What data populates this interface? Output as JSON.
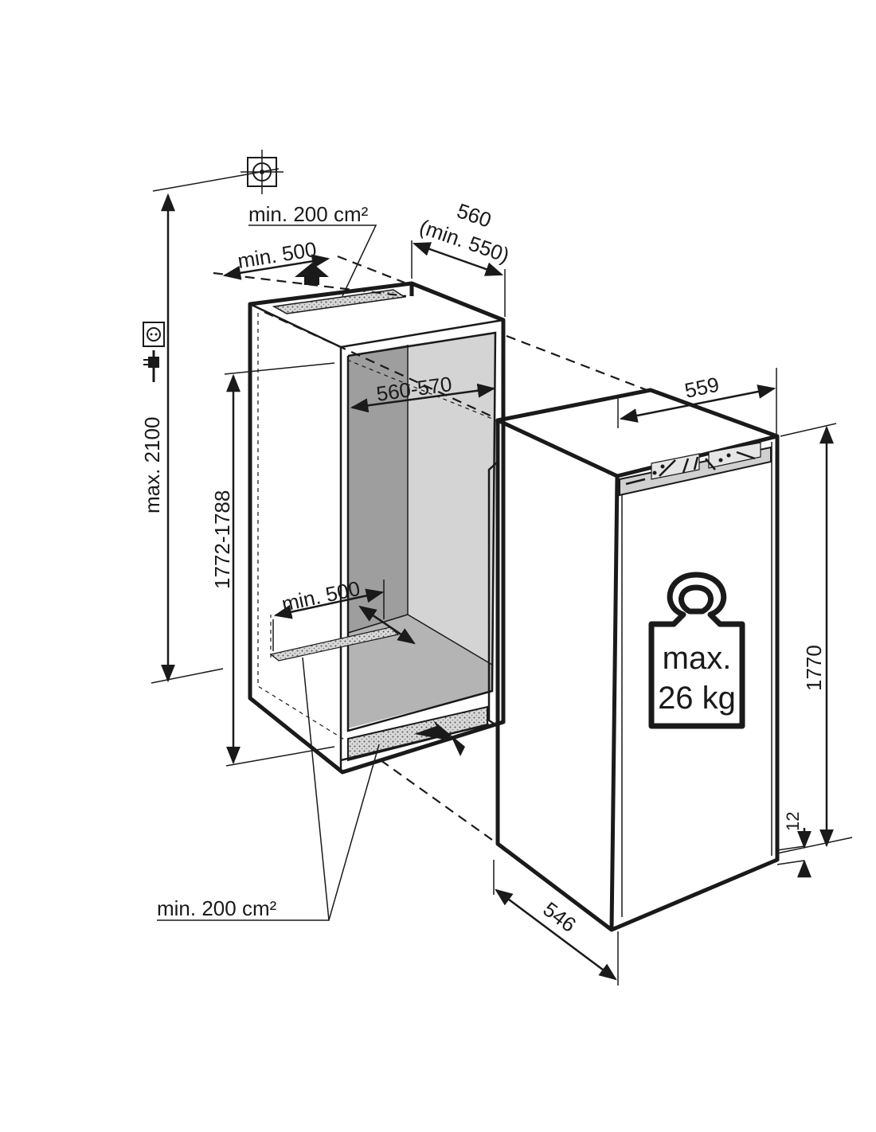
{
  "labels": {
    "top_vent_area": "min. 200 cm²",
    "top_depth_min": "min. 500",
    "niche_width": "560",
    "niche_width_min": "(min. 550)",
    "inner_width": "560-570",
    "appliance_width": "559",
    "max_height": "max. 2100",
    "niche_height": "1772-1788",
    "bottom_depth_min": "min. 500",
    "bottom_vent_area": "min. 200 cm²",
    "appliance_height": "1770",
    "plinth_gap": "12",
    "appliance_depth": "546",
    "weight_line1": "max.",
    "weight_line2": "26 kg"
  },
  "icons": [
    "crosshair-icon",
    "socket-icon",
    "plug-icon",
    "weight-icon",
    "arrow-up-icon",
    "arrow-in-icon"
  ],
  "colors": {
    "line": "#1a1a1a",
    "niche_dark": "#9e9e9e",
    "niche_light": "#d4d4d4",
    "niche_floor": "#b4b4b4",
    "vent": "#8a8a8a"
  }
}
